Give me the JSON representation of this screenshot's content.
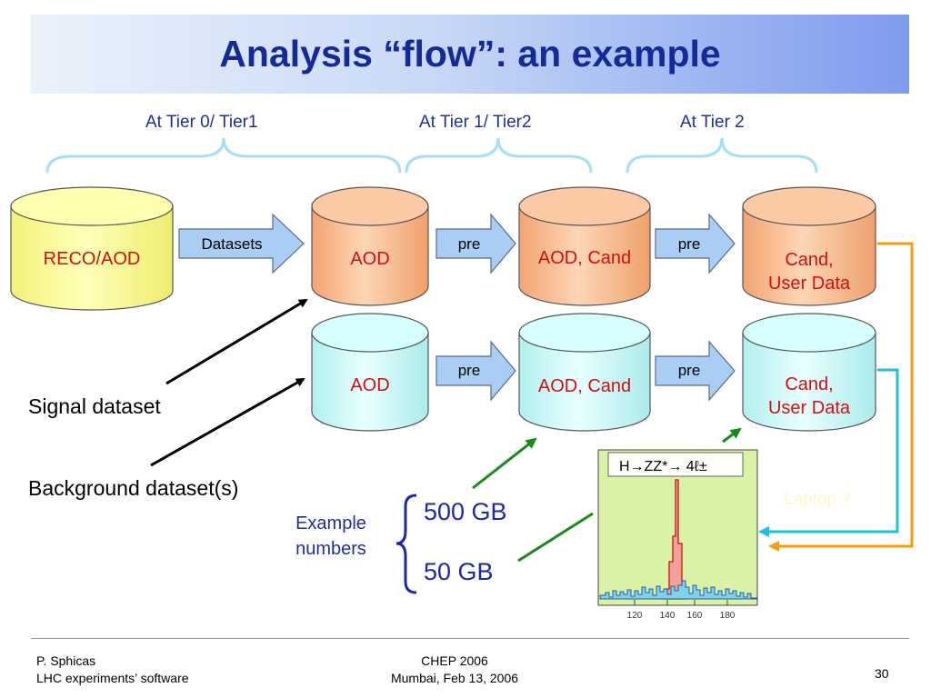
{
  "slide": {
    "title": "Analysis “flow”: an example",
    "tiers": {
      "tier01": "At Tier 0/ Tier1",
      "tier12": "At Tier 1/ Tier2",
      "tier2": "At Tier 2"
    },
    "cylinders": {
      "reco": "RECO/AOD",
      "sig_aod": "AOD",
      "sig_aodcand": "AOD, Cand",
      "sig_cand_l1": "Cand,",
      "sig_cand_l2": "User Data",
      "bkg_aod": "AOD",
      "bkg_aodcand": "AOD, Cand",
      "bkg_cand_l1": "Cand,",
      "bkg_cand_l2": "User Data"
    },
    "arrows": {
      "datasets": "Datasets",
      "sig_pre1": "pre",
      "sig_pre2": "pre",
      "bkg_pre1": "pre",
      "bkg_pre2": "pre"
    },
    "signal_label": "Signal dataset",
    "background_label": "Background dataset(s)",
    "example_l1": "Example",
    "example_l2": "numbers",
    "size_big": "500 GB",
    "size_small": "50 GB",
    "laptop": "Laptop ?",
    "histogram": {
      "title": "H→ZZ*→ 4ℓ±",
      "x_ticks": [
        "120",
        "140",
        "160",
        "180"
      ]
    },
    "footer": {
      "author": "P. Sphicas",
      "subtitle": "LHC experiments’ software",
      "conf": "CHEP 2006",
      "place": "Mumbai, Feb 13, 2006",
      "page": "30"
    },
    "colors": {
      "title": "#142a96",
      "label_red": "#d01010",
      "reco_fill": "#ffff99",
      "signal_fill": "#fcc298",
      "background_fill": "#ccffff",
      "arrow_fill": "#a9cdf3",
      "orange_line": "#f39c12",
      "cyan_line": "#22bde0",
      "green_line": "#1a8a1a"
    }
  }
}
